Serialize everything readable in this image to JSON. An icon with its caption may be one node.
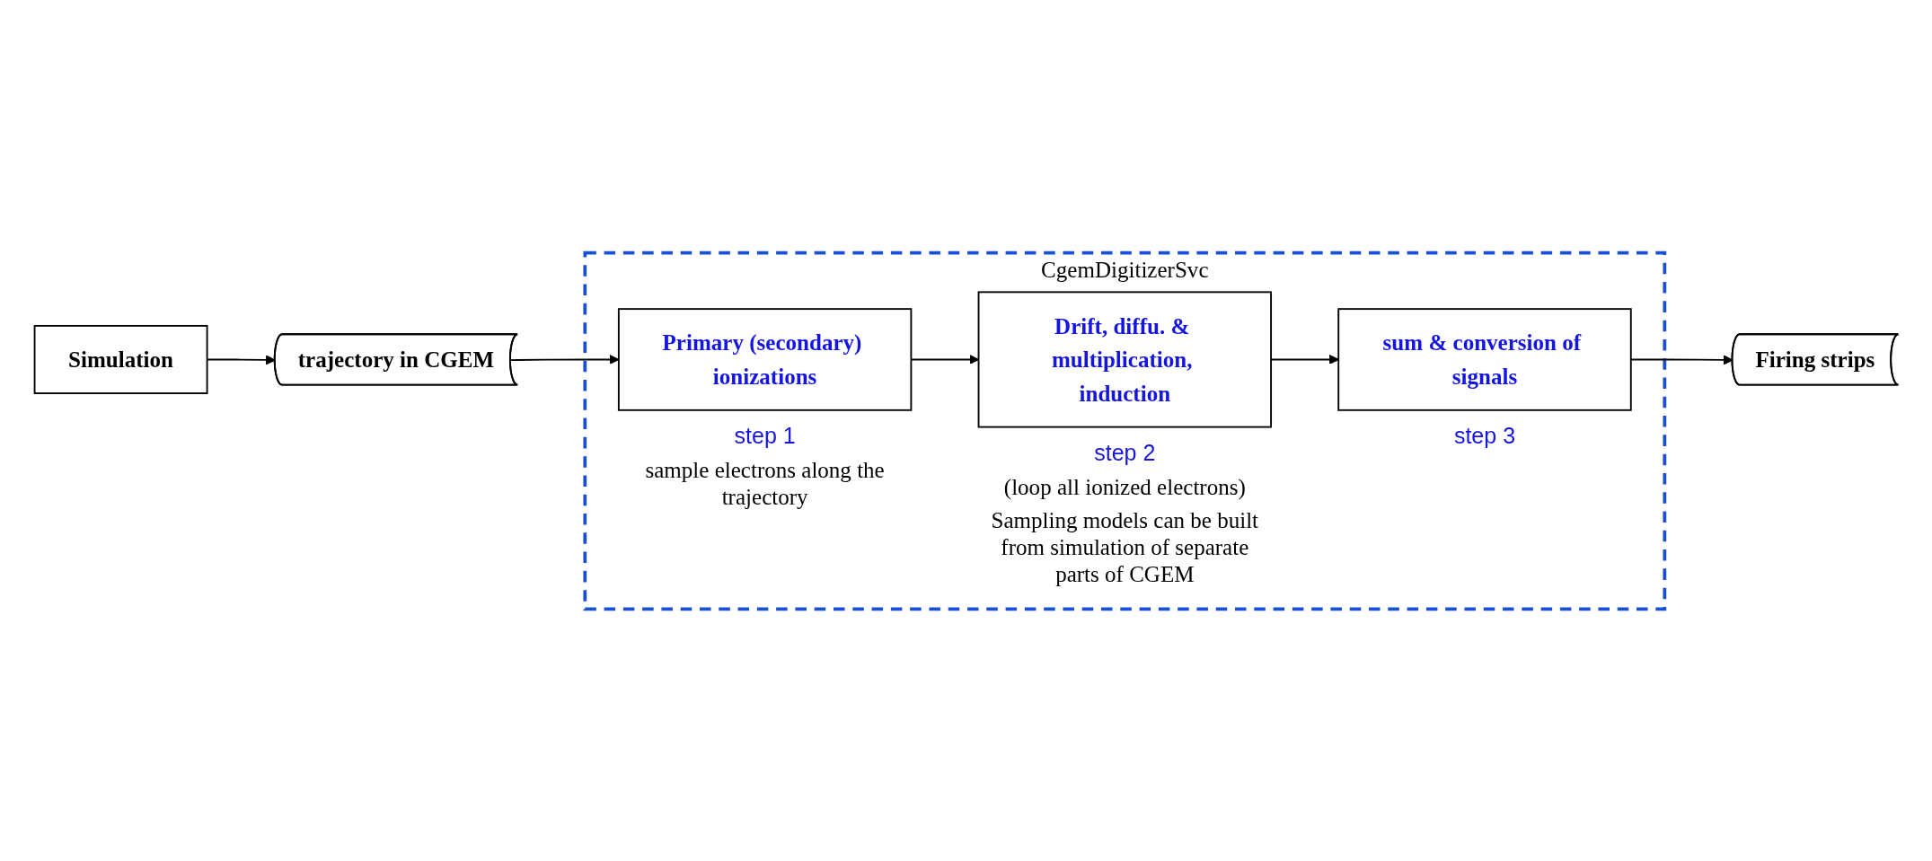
{
  "diagram": {
    "nodes": [
      {
        "text": [
          "Simulation"
        ]
      },
      {
        "text": [
          "trajectory in CGEM"
        ]
      },
      {
        "text": [
          "CgemDigitizerSvc"
        ]
      },
      {
        "text": [
          "Primary (secondary) ionizations"
        ],
        "in": 2,
        "beside": [
          "step 1",
          "sample electrons along the trajectory"
        ]
      },
      {
        "text": [
          "Drift, diffu. & multiplication, induction"
        ],
        "in": 2,
        "beside": [
          "step 2",
          "(loop all ionized electrons)",
          "Sampling models can be built from simulation of separate parts of CGEM"
        ]
      },
      {
        "text": [
          "sum & conversion of signals"
        ],
        "in": 2,
        "beside": [
          "step 3"
        ]
      },
      {
        "text": [
          "Firing strips"
        ]
      }
    ],
    "edges": [
      {
        "from": 0,
        "to": 1,
        "arrow": "to"
      },
      {
        "from": 1,
        "to": 3,
        "arrow": "to"
      },
      {
        "from": 3,
        "to": 4,
        "arrow": "to"
      },
      {
        "from": 4,
        "to": 5,
        "arrow": "to"
      },
      {
        "from": 5,
        "to": 6,
        "arrow": "to"
      }
    ]
  }
}
